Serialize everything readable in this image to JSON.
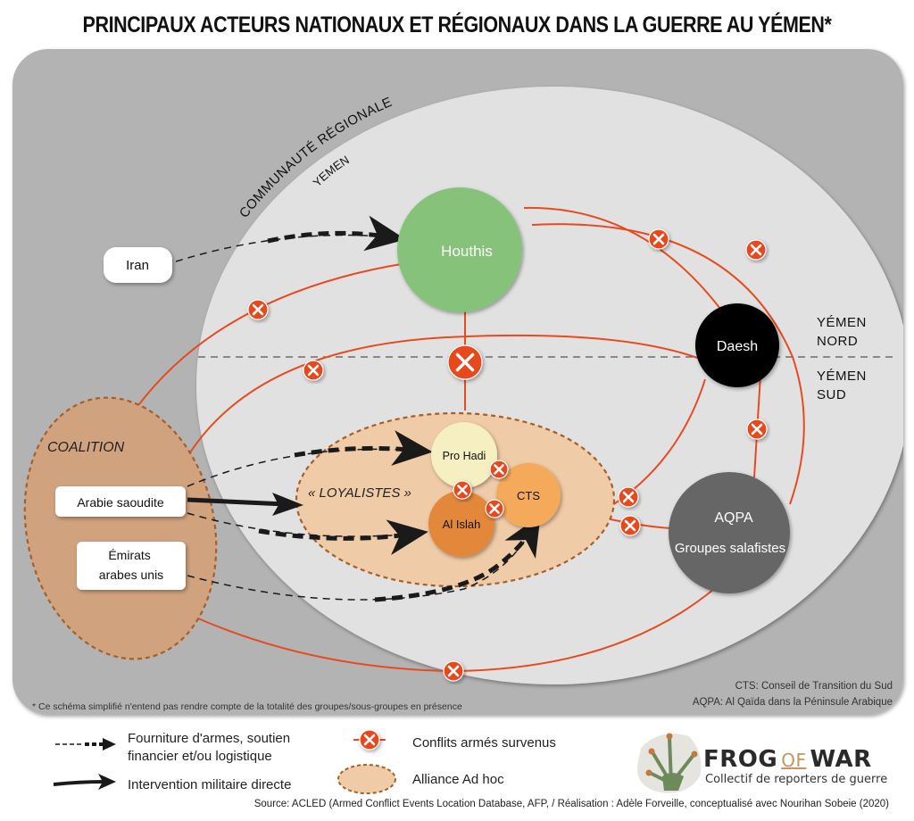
{
  "title": "PRINCIPAUX ACTEURS NATIONAUX ET RÉGIONAUX DANS LA GUERRE AU YÉMEN*",
  "zones": {
    "regional": "COMMUNAUTÉ RÉGIONALE",
    "yemen": "YEMEN",
    "north_line1": "YÉMEN",
    "north_line2": "NORD",
    "south_line1": "YÉMEN",
    "south_line2": "SUD"
  },
  "actors": {
    "iran": "Iran",
    "houthis": "Houthis",
    "daesh": "Daesh",
    "aqpa": "AQPA",
    "aqpa_sub": "Groupes salafistes",
    "pro_hadi": "Pro Hadi",
    "al_islah": "Al Islah",
    "cts": "CTS",
    "coalition": "COALITION",
    "saudi": "Arabie saoudite",
    "uae_line1": "Émirats",
    "uae_line2": "arabes unis",
    "loyalists": "« LOYALISTES »"
  },
  "colors": {
    "conflict": "#e84a1f",
    "houthis": "#86c27a",
    "daesh": "#050505",
    "aqpa": "#666666",
    "pro_hadi": "#f5efc2",
    "al_islah": "#e3883a",
    "cts": "#f5a95a",
    "coalition_fill": "#d0a27e",
    "alliance_border": "#a85f25",
    "loyalists_fill": "#efcba8",
    "outer_bg": "#b3b3b3",
    "yemen_bg": "#e1e1e1"
  },
  "footnote": "* Ce schéma simplifié n'entend pas rendre compte de la totalité des groupes/sous-groupes en présence",
  "abbreviations": [
    "CTS: Conseil de Transition du Sud",
    "AQPA: Al Qaïda dans la Péninsule Arabique"
  ],
  "legend": {
    "support_line1": "Fourniture d'armes, soutien",
    "support_line2": "financier et/ou logistique",
    "military": "Intervention militaire directe",
    "conflict": "Conflits armés survenus",
    "alliance": "Alliance Ad hoc"
  },
  "logo": {
    "name_part1": "FROG",
    "name_part2": "OF",
    "name_part3": "WAR",
    "tagline": "Collectif de reporters de guerre"
  },
  "source": "Source: ACLED (Armed Conflict Events Location Database, AFP,  / Réalisation : Adèle Forveille, conceptualisé avec Nourihan Sobeie (2020)"
}
